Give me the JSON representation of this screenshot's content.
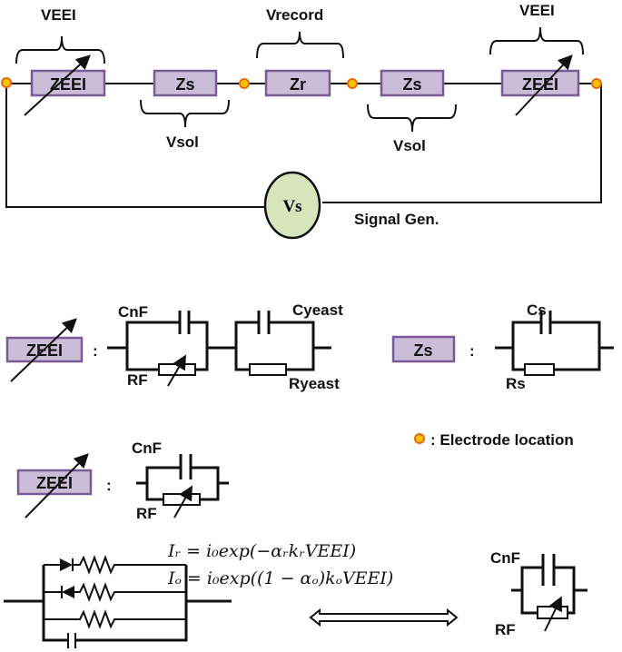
{
  "top_circuit": {
    "veei_left": "VEEI",
    "vrecord": "Vrecord",
    "veei_right": "VEEI",
    "vsol_left": "Vsol",
    "vsol_right": "Vsol",
    "boxes": [
      "ZEEI",
      "Zs",
      "Zr",
      "Zs",
      "ZEEI"
    ],
    "source": "Vs",
    "source_label": "Signal Gen.",
    "box_color": "#cbbcd8",
    "source_color": "#d8e4bc",
    "electrode_color": "#f5c400"
  },
  "zeei_model": {
    "box": "ZEEI",
    "colon": ":",
    "cnf": "CnF",
    "rf": "RF",
    "cyeast": "Cyeast",
    "ryeast": "Ryeast"
  },
  "zs_model": {
    "box": "Zs",
    "colon": ":",
    "cs": "Cs",
    "rs": "Rs"
  },
  "legend": {
    "electrode": ": Electrode location"
  },
  "zeei_simple": {
    "box": "ZEEI",
    "colon": ":",
    "cnf": "CnF",
    "rf": "RF"
  },
  "equations": [
    "Iᵣ = i₀exp(−αᵣkᵣVEEI)",
    "Iₒ = i₀exp((1 − αₒ)kₒVEEI)"
  ],
  "equivalent": {
    "cnf": "CnF",
    "rf": "RF"
  }
}
